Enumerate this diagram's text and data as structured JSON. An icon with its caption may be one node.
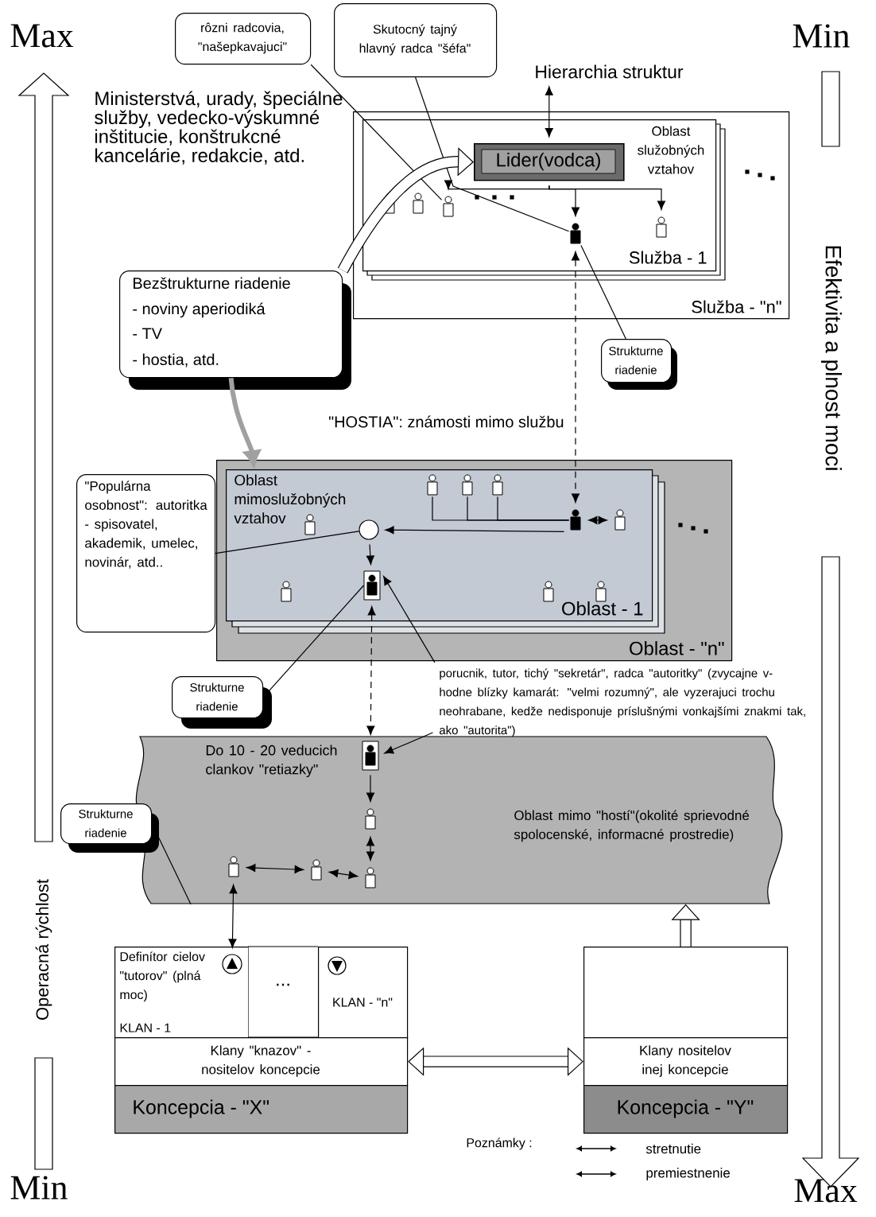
{
  "diagram": {
    "nodes": [
      {
        "text": [
          "rôzni radcovia, \"našepkavajuci\""
        ]
      },
      {
        "text": [
          "Skutocný tajný hlavný radca \"šéfa\""
        ]
      },
      {
        "text": [
          "Hierarchia struktur"
        ]
      },
      {
        "text": [
          "Služba - \"n\""
        ]
      },
      {
        "text": [
          "Oblast služobných vztahov",
          "Služba - 1"
        ],
        "in": 3
      },
      {
        "text": [
          "Lider(vodca)"
        ],
        "in": 4
      },
      {
        "text": [],
        "shape": "person",
        "in": 4
      },
      {
        "text": [],
        "shape": "person",
        "in": 4
      },
      {
        "text": [],
        "shape": "person",
        "in": 4
      },
      {
        "text": [
          "Bezštrukturne riadenie",
          "- noviny aperiodiká",
          "- TV",
          "- hostia, atd."
        ]
      },
      {
        "text": [
          "Strukturne riadenie"
        ]
      },
      {
        "text": [
          "Oblast - \"n\""
        ]
      },
      {
        "text": [
          "Oblast mimoslužobných vztahov",
          "Oblast - 1"
        ],
        "in": 11
      },
      {
        "text": [],
        "shape": "person",
        "in": 12
      },
      {
        "text": [],
        "shape": "person",
        "in": 12
      },
      {
        "text": [],
        "shape": "person",
        "in": 12
      },
      {
        "text": [],
        "shape": "person",
        "in": 12
      },
      {
        "text": [],
        "shape": "person",
        "in": 12
      },
      {
        "text": [],
        "shape": "circle",
        "in": 12
      },
      {
        "text": [],
        "shape": "person",
        "in": 12
      },
      {
        "text": [
          "\"Populárna osobnost\": autoritka - spisovatel, akademik, umelec, novinár, atd.."
        ]
      },
      {
        "text": [
          "Strukturne riadenie"
        ]
      },
      {
        "text": [
          "porucnik, tutor, tichý \"sekretár\", radca \"autoritky\" (zvycajne v-hodne blízky kamarát: \"velmi rozumný\", ale vyzerajuci trochu neohrabane, kedže nedisponuje príslušnými vonkajšími znakmi tak, ako \"autorita\")"
        ]
      },
      {
        "text": [
          "Do 10 - 20 veducich clankov \"retiazky\"",
          "Oblast mimo \"hostí\"(okolité sprievodné spolocenské, informacné prostredie)"
        ]
      },
      {
        "text": [],
        "shape": "person",
        "in": 23
      },
      {
        "text": [],
        "shape": "person",
        "in": 23
      },
      {
        "text": [],
        "shape": "person",
        "in": 23
      },
      {
        "text": [],
        "shape": "person",
        "in": 23
      },
      {
        "text": [],
        "shape": "person",
        "in": 23
      },
      {
        "text": [
          "Strukturne riadenie"
        ]
      },
      {
        "text": [
          "Definítor cielov \"tutorov\" (plná moc)",
          "KLAN - 1"
        ]
      },
      {
        "text": [],
        "shape": "circle",
        "in": 30
      },
      {
        "text": [
          "..."
        ]
      },
      {
        "text": [
          "KLAN - \"n\""
        ]
      },
      {
        "text": [
          "Klany \"knazov\" - nositelov koncepcie"
        ]
      },
      {
        "text": [
          "Koncepcia - \"X\""
        ]
      },
      {
        "text": [],
        "shape": "box"
      },
      {
        "text": [
          "Klany nositelov inej koncepcie"
        ]
      },
      {
        "text": [
          "Koncepcia - \"Y\""
        ]
      }
    ],
    "edges": [
      {
        "from": 0,
        "to": 6,
        "arrow": "none"
      },
      {
        "from": 1,
        "to": 7,
        "arrow": "none"
      },
      {
        "from": 2,
        "to": 5,
        "arrow": "both"
      },
      {
        "from": 5,
        "to": 6,
        "arrow": "to"
      },
      {
        "from": 5,
        "to": 7,
        "arrow": "to"
      },
      {
        "from": 5,
        "to": 8,
        "arrow": "to"
      },
      {
        "from": 10,
        "to": 7,
        "arrow": "none"
      },
      {
        "from": 9,
        "to": 5,
        "arrow": "to",
        "style": "thick"
      },
      {
        "from": 9,
        "to": 12,
        "arrow": "to",
        "style": "thick",
        "color": "#a0a0a0"
      },
      {
        "from": 7,
        "to": 16,
        "arrow": "both",
        "style": "dashed"
      },
      {
        "from": 13,
        "to": 16,
        "arrow": "none"
      },
      {
        "from": 14,
        "to": 16,
        "arrow": "none"
      },
      {
        "from": 15,
        "to": 16,
        "arrow": "none"
      },
      {
        "from": 16,
        "to": 17,
        "arrow": "both"
      },
      {
        "from": 16,
        "to": 18,
        "arrow": "to"
      },
      {
        "from": 18,
        "to": 19,
        "arrow": "to"
      },
      {
        "from": 20,
        "to": 18,
        "arrow": "none"
      },
      {
        "from": 21,
        "to": 19,
        "arrow": "none"
      },
      {
        "from": 22,
        "to": 19,
        "arrow": "to"
      },
      {
        "from": 22,
        "to": 24,
        "arrow": "to"
      },
      {
        "from": 19,
        "to": 24,
        "arrow": "both",
        "style": "dashed"
      },
      {
        "from": 24,
        "to": 25,
        "arrow": "to"
      },
      {
        "from": 25,
        "to": 26,
        "arrow": "both"
      },
      {
        "from": 26,
        "to": 27,
        "arrow": "both"
      },
      {
        "from": 27,
        "to": 28,
        "arrow": "both"
      },
      {
        "from": 28,
        "to": 31,
        "arrow": "both"
      },
      {
        "from": 29,
        "to": 23,
        "arrow": "none"
      },
      {
        "from": 34,
        "to": 37,
        "arrow": "both",
        "style": "thick"
      },
      {
        "from": 36,
        "to": 23,
        "arrow": "to",
        "style": "thick"
      }
    ],
    "labels": [
      "Max",
      "Min",
      "Ministerstvá, urady, špeciálne služby, vedecko-výskumné inštitucie, konštrukcné kancelárie, redakcie, atd.",
      "Efektivita a plnost moci",
      "\"HOSTIA\": známosti mimo službu",
      "Operacná rýchlost",
      "Poznámky :",
      "Min",
      "Max"
    ],
    "legend": [
      {
        "text": "stretnutie"
      },
      {
        "text": "premiestnenie"
      }
    ]
  }
}
